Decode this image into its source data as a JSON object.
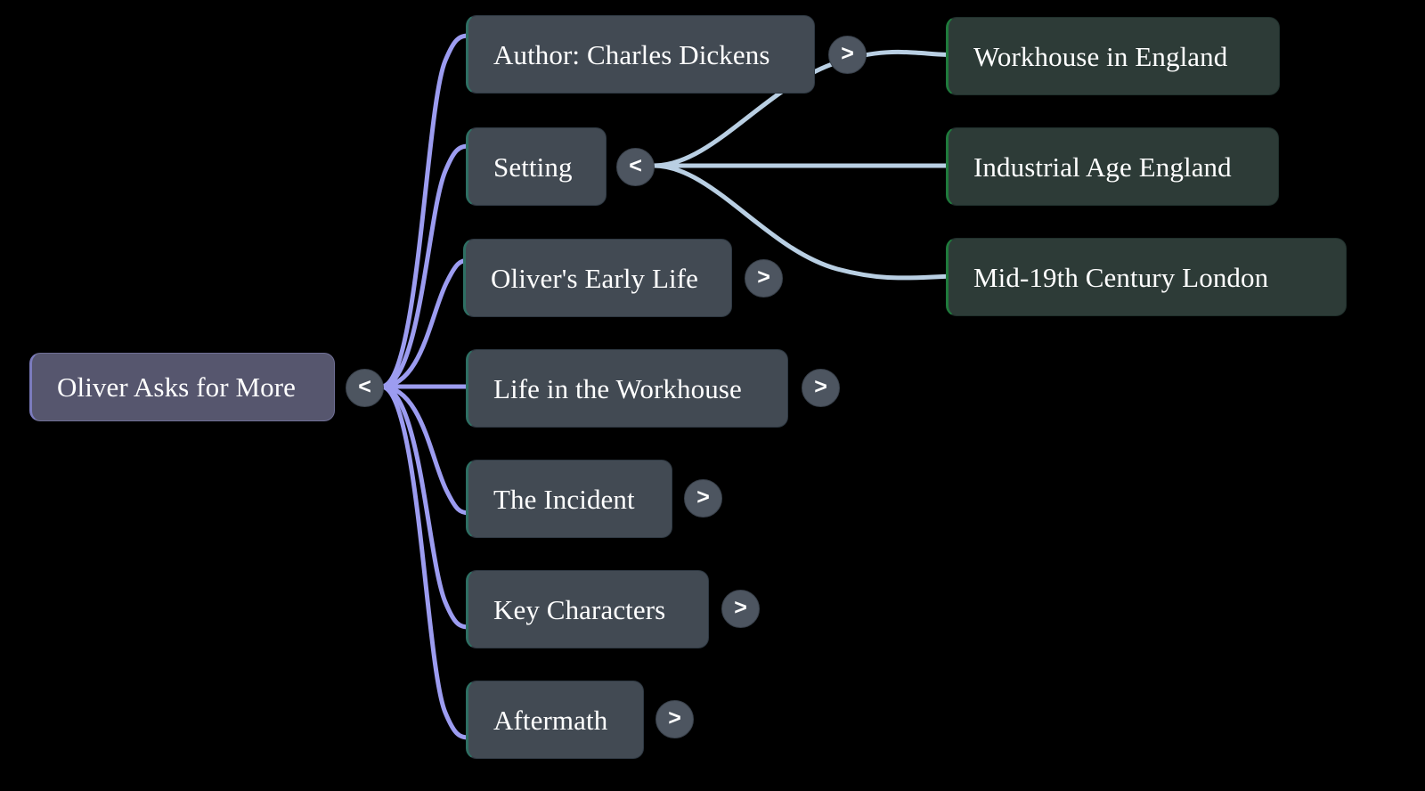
{
  "diagram": {
    "type": "mindmap",
    "title": "Oliver Asks for More",
    "background_color": "#000000",
    "root_color": "#56566e",
    "branch_color": "#424a53",
    "leaf_color": "#2d3b37",
    "root_edge_color": "#9c9cf0",
    "leaf_edge_color": "#b9cfe3",
    "toggle_color": "#4d5560"
  },
  "root": {
    "label": "Oliver Asks for More",
    "toggle": "<"
  },
  "branches": [
    {
      "label": "Author: Charles Dickens",
      "toggle": ">",
      "expanded": false
    },
    {
      "label": "Setting",
      "toggle": "<",
      "expanded": true
    },
    {
      "label": "Oliver's Early Life",
      "toggle": ">",
      "expanded": false
    },
    {
      "label": "Life in the Workhouse",
      "toggle": ">",
      "expanded": false
    },
    {
      "label": "The Incident",
      "toggle": ">",
      "expanded": false
    },
    {
      "label": "Key Characters",
      "toggle": ">",
      "expanded": false
    },
    {
      "label": "Aftermath",
      "toggle": ">",
      "expanded": false
    }
  ],
  "setting_children": [
    {
      "label": "Workhouse in England"
    },
    {
      "label": "Industrial Age England"
    },
    {
      "label": "Mid-19th Century London"
    }
  ]
}
